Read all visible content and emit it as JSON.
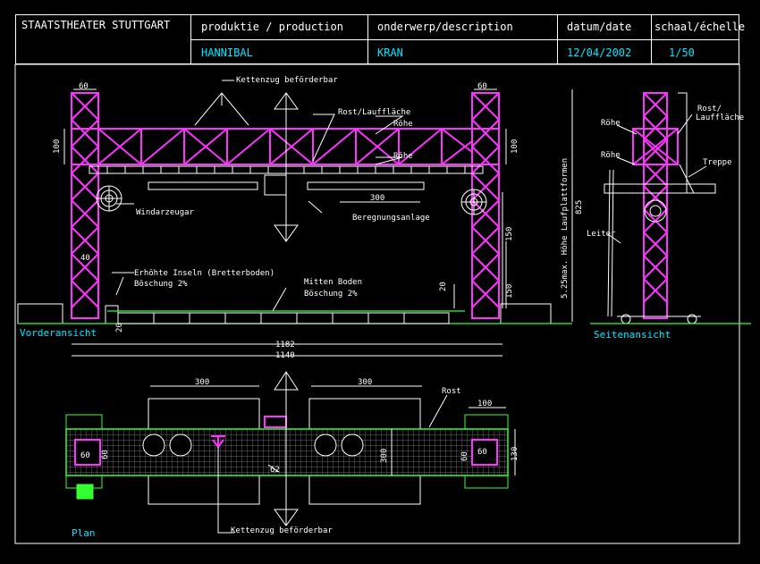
{
  "title_block": {
    "theatre": "STAATSTHEATER STUTTGART",
    "col_production": "produktie / production",
    "col_description": "onderwerp/description",
    "col_date": "datum/date",
    "col_scale": "schaal/échelle",
    "production": "HANNIBAL",
    "description": "KRAN",
    "date": "12/04/2002",
    "scale": "1/50"
  },
  "front_view": {
    "view_label": "Vorderansicht",
    "dim_tower_left": "60",
    "dim_tower_right": "60",
    "dim_100_left": "100",
    "dim_100_right": "100",
    "dim_150_a": "150",
    "dim_150_b": "150",
    "dim_20_a": "20",
    "dim_20_b": "20",
    "dim_40": "40",
    "dim_300": "300",
    "dim_1182": "1182",
    "dim_1140": "1140",
    "label_kettenzug": "Kettenzug beförderbar",
    "label_rost": "Rost/Lauffläche",
    "label_roehre_1": "Röhe",
    "label_roehre_2": "Röhe",
    "label_winde": "Windarzeugar",
    "label_beregnung": "Beregnungsanlage",
    "label_inseln": "Erhöhte Inseln (Bretterboden)",
    "label_boeschung_1": "Böschung 2%",
    "label_mitten": "Mitten Boden",
    "label_boeschung_2": "Böschung 2%",
    "label_hoehe": "5.25max. Höhe Laufplattformen",
    "dim_825": "825"
  },
  "side_view": {
    "view_label": "Seitenansicht",
    "label_roehre_1": "Röhe",
    "label_roehre_2": "Röhe",
    "label_rost": "Rost/",
    "label_lauf": "Lauffläche",
    "label_treppe": "Treppe",
    "label_leiter": "Leiter"
  },
  "plan_view": {
    "view_label": "Plan",
    "dim_300_left": "300",
    "dim_300_right": "300",
    "dim_100": "100",
    "dim_130": "130",
    "dim_60_a": "60",
    "dim_60_b": "60",
    "dim_60_c": "60",
    "dim_60_d": "60",
    "dim_62": "62",
    "dim_300_v": "300",
    "label_rost": "Rost",
    "label_kettenzug": "Kettenzug beförderbar"
  },
  "colors": {
    "magenta": "#ff33ff",
    "white": "#ffffff",
    "cyan": "#00e5ff",
    "green": "#33ff33",
    "grey": "#9a9a9a"
  }
}
